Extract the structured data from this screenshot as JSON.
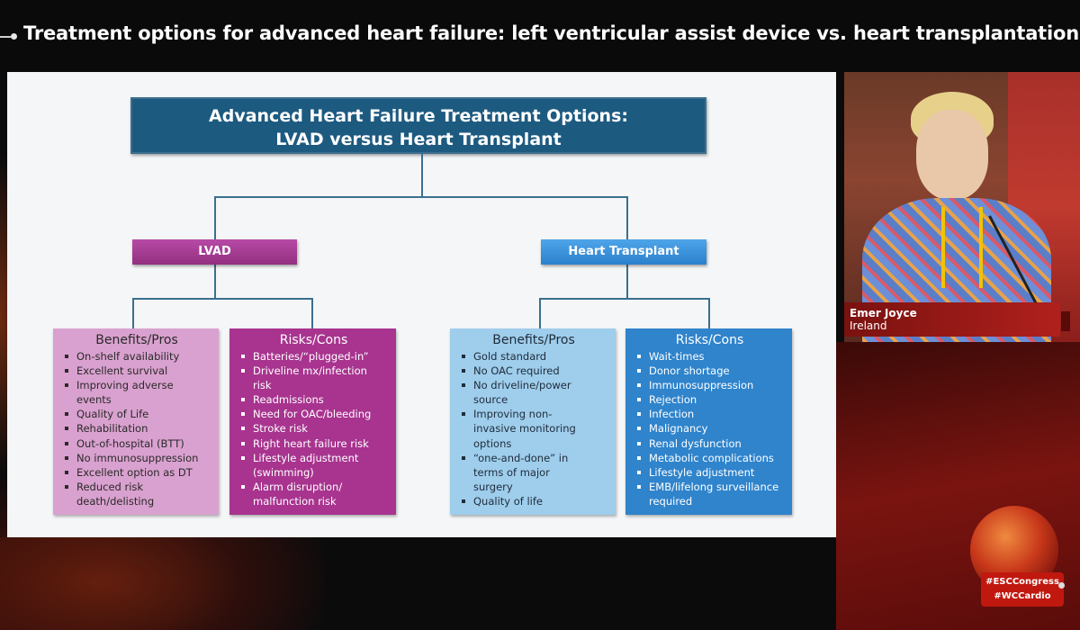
{
  "session": {
    "title": "Treatment options for advanced heart failure: left ventricular assist device vs. heart transplantation"
  },
  "slide": {
    "header_line1": "Advanced Heart Failure Treatment Options:",
    "header_line2": "LVAD versus Heart Transplant",
    "lvad": {
      "label": "LVAD",
      "pros_title": "Benefits/Pros",
      "pros": [
        "On-shelf availability",
        "Excellent survival",
        "Improving adverse events",
        "Quality of Life",
        "Rehabilitation",
        "Out-of-hospital (BTT)",
        "No immunosuppression",
        "Excellent option as DT",
        "Reduced risk death/delisting"
      ],
      "cons_title": "Risks/Cons",
      "cons": [
        "Batteries/“plugged-in”",
        "Driveline mx/infection risk",
        "Readmissions",
        "Need for OAC/bleeding",
        "Stroke risk",
        "Right heart failure risk",
        "Lifestyle adjustment (swimming)",
        "Alarm disruption/ malfunction risk"
      ]
    },
    "heart_transplant": {
      "label": "Heart Transplant",
      "pros_title": "Benefits/Pros",
      "pros": [
        "Gold standard",
        "No OAC required",
        "No driveline/power source",
        "Improving non-invasive monitoring options",
        "“one-and-done” in terms of major surgery",
        "Quality of life"
      ],
      "cons_title": "Risks/Cons",
      "cons": [
        "Wait-times",
        "Donor shortage",
        "Immunosuppression",
        "Rejection",
        "Infection",
        "Malignancy",
        "Renal dysfunction",
        "Metabolic complications",
        "Lifestyle adjustment",
        "EMB/lifelong surveillance required"
      ]
    }
  },
  "speaker": {
    "name": "Emer Joyce",
    "country": "Ireland"
  },
  "hashtags": {
    "tag1": "#ESCCongress",
    "tag2": "#WCCardio"
  },
  "colors": {
    "header_blue": "#1d5a80",
    "lvad_magenta": "#a8348f",
    "lvad_pink": "#d9a1cf",
    "ht_blue": "#2f84cc",
    "ht_light_blue": "#9fcdec",
    "esc_red": "#c0180f"
  }
}
